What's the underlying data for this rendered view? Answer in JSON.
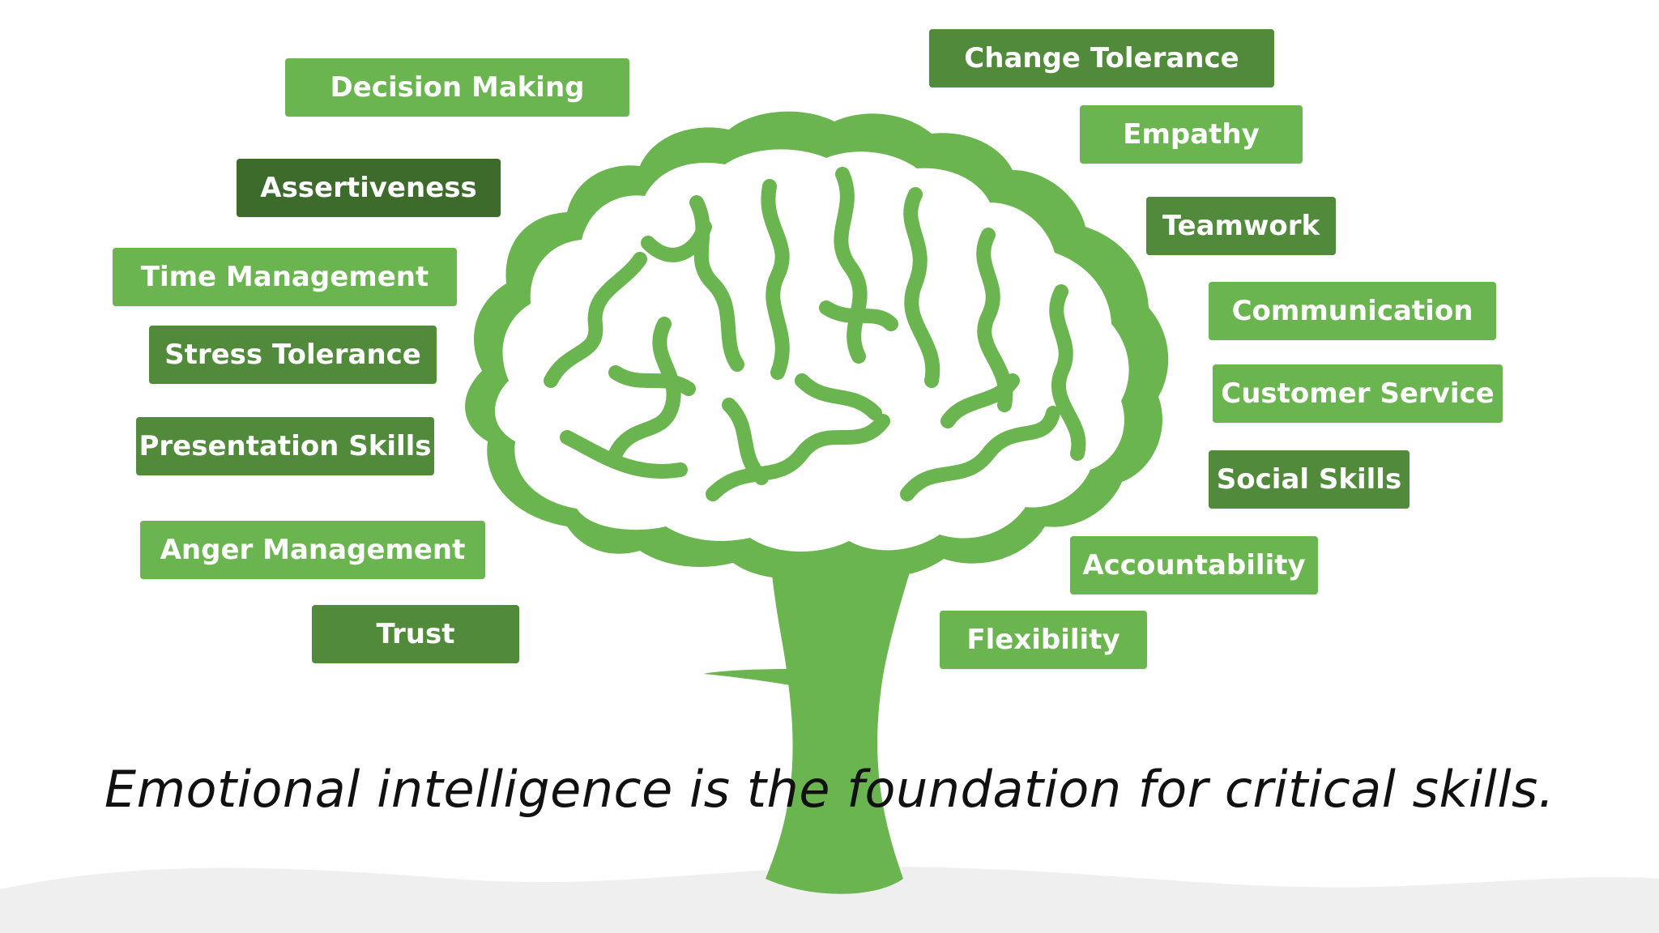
{
  "caption": "Emotional intelligence is the foundation for critical skills.",
  "colors": {
    "tree_green": "#6ab54f",
    "label_light": "#6ab54f",
    "label_mid": "#508a3a",
    "label_dark": "#3d6b2c",
    "ground": "#efefef"
  },
  "skills": {
    "decision_making": "Decision Making",
    "assertiveness": "Assertiveness",
    "time_management": "Time Management",
    "stress_tolerance": "Stress Tolerance",
    "presentation_skills": "Presentation Skills",
    "anger_management": "Anger Management",
    "trust": "Trust",
    "change_tolerance": "Change Tolerance",
    "empathy": "Empathy",
    "teamwork": "Teamwork",
    "communication": "Communication",
    "customer_service": "Customer Service",
    "social_skills": "Social Skills",
    "accountability": "Accountability",
    "flexibility": "Flexibility"
  }
}
